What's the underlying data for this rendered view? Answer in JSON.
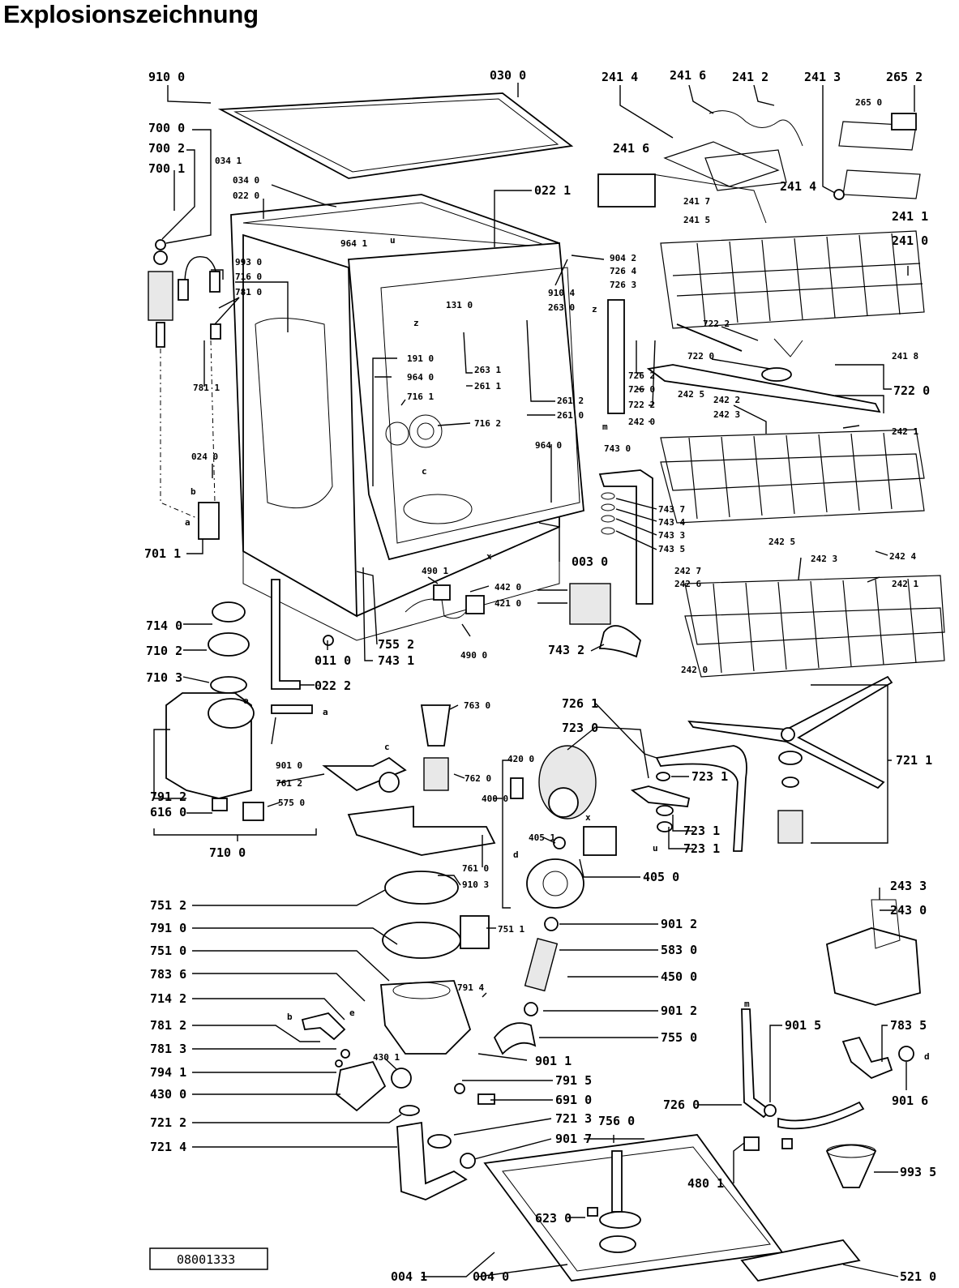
{
  "title": "Explosionszeichnung",
  "doc_code": "08001333",
  "parts": [
    "910 0",
    "030 0",
    "241 4",
    "241 6",
    "241 2",
    "241 3",
    "265 2",
    "265 0",
    "700 0",
    "700 2",
    "700 1",
    "034 1",
    "034 0",
    "022 0",
    "022 1",
    "241 6",
    "241 7",
    "241 5",
    "241 4",
    "241 1",
    "241 0",
    "964 1",
    "904 2",
    "726 4",
    "726 3",
    "993 0",
    "716 0",
    "781 0",
    "910 4",
    "263 0",
    "131 0",
    "722 2",
    "722 0",
    "241 8",
    "722 0",
    "191 0",
    "964 0",
    "263 1",
    "261 1",
    "261 2",
    "261 0",
    "726 2",
    "726 0",
    "722 2",
    "242 5",
    "242 2",
    "242 3",
    "242 0",
    "242 1",
    "781 1",
    "716 1",
    "716 2",
    "964 0",
    "743 0",
    "024 0",
    "743 7",
    "743 4",
    "743 3",
    "743 5",
    "242 5",
    "242 4",
    "242 3",
    "242 7",
    "242 6",
    "242 1",
    "701 1",
    "003 0",
    "490 1",
    "442 0",
    "421 0",
    "755 2",
    "743 1",
    "490 0",
    "743 2",
    "242 0",
    "714 0",
    "710 2",
    "710 3",
    "011 0",
    "022 2",
    "763 0",
    "726 1",
    "723 0",
    "721 1",
    "723 1",
    "901 0",
    "761 2",
    "762 0",
    "420 0",
    "400 0",
    "791 2",
    "616 0",
    "575 0",
    "710 0",
    "405 1",
    "723 1",
    "723 1",
    "761 0",
    "910 3",
    "405 0",
    "243 3",
    "243 0",
    "751 2",
    "791 0",
    "751 1",
    "901 2",
    "751 0",
    "583 0",
    "783 6",
    "791 4",
    "450 0",
    "714 2",
    "901 2",
    "781 2",
    "755 0",
    "781 3",
    "430 1",
    "901 1",
    "794 1",
    "791 5",
    "430 0",
    "691 0",
    "901 5",
    "783 5",
    "726 0",
    "901 6",
    "721 2",
    "721 3",
    "756 0",
    "721 4",
    "901 7",
    "480 1",
    "993 5",
    "623 0",
    "004 1",
    "004 0",
    "521 0"
  ],
  "markers": [
    "u",
    "z",
    "z",
    "m",
    "c",
    "b",
    "a",
    "x",
    "e",
    "a",
    "c",
    "x",
    "d",
    "u",
    "b",
    "e",
    "m",
    "d"
  ]
}
